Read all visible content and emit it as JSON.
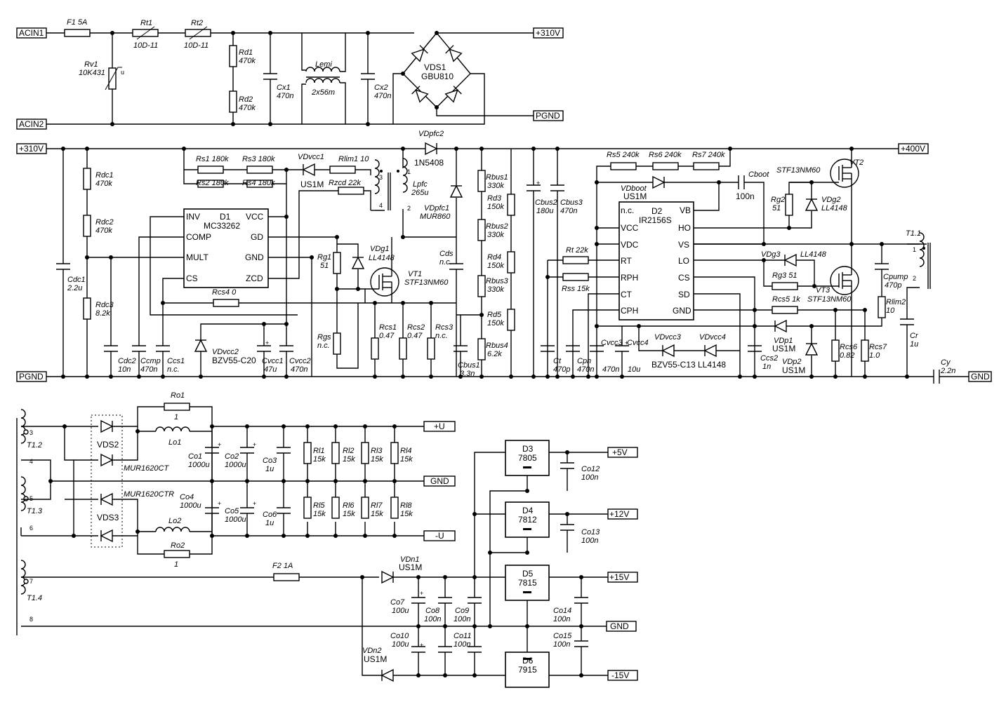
{
  "nets": {
    "acin1": "ACIN1",
    "acin2": "ACIN2",
    "v310_out": "+310V",
    "pgnd_top": "PGND",
    "v310_in": "+310V",
    "v400": "+400V",
    "pgnd_left": "PGND",
    "gnd_cy": "GND",
    "plus_u": "+U",
    "gnd_out": "GND",
    "minus_u": "-U",
    "p5v": "+5V",
    "p12v": "+12V",
    "p15v": "+15V",
    "gnd_low": "GND",
    "m15v": "-15V"
  },
  "labels": {
    "f1": "F1  5A",
    "rt1": "Rt1",
    "rt1_val": "10D-11",
    "rt2": "Rt2",
    "rt2_val": "10D-11",
    "rv1": "Rv1",
    "rv1_val": "10K431",
    "rv1_u": "u",
    "rd1": "Rd1",
    "rd1_val": "470k",
    "rd2": "Rd2",
    "rd2_val": "470k",
    "cx1": "Cx1",
    "cx1_val": "470n",
    "lemi": "Lemi",
    "lemi_val": "2x56m",
    "cx2": "Cx2",
    "cx2_val": "470n",
    "vds1": "VDS1",
    "vds1_val": "GBU810",
    "rdc1": "Rdc1",
    "rdc1_val": "470k",
    "rdc2": "Rdc2",
    "rdc2_val": "470k",
    "rdc3": "Rdc3",
    "rdc3_val": "8.2k",
    "cdc1": "Cdc1",
    "cdc1_val": "2.2u",
    "cdc2": "Cdc2",
    "cdc2_val": "10n",
    "ccmp": "Ccmp",
    "ccmp_val": "470n",
    "ccs1": "Ccs1",
    "ccs1_val": "n.c.",
    "rs1": "Rs1  180k",
    "rs3": "Rs3  180k",
    "rs2": "Rs2  180k",
    "rs4": "Rs4  180k",
    "vdvcc1": "VDvcc1",
    "vdvcc1_val": "US1M",
    "rlim1": "Rlim1  10",
    "rzcd": "Rzcd  22k",
    "lpfc": "Lpfc",
    "lpfc_val": "265u",
    "lpfc_p3": "3",
    "lpfc_p4": "4",
    "lpfc_p1": "1",
    "lpfc_p2": "2",
    "vdpfc2": "VDpfc2",
    "vdpfc2_val": "1N5408",
    "vdpfc1": "VDpfc1",
    "vdpfc1_val": "MUR860",
    "d1": "D1",
    "d1_val": "MC33262",
    "d1_inv": "INV",
    "d1_comp": "COMP",
    "d1_mult": "MULT",
    "d1_cs": "CS",
    "d1_vcc": "VCC",
    "d1_gd": "GD",
    "d1_gnd": "GND",
    "d1_zcd": "ZCD",
    "rcs4": "Rcs4  0",
    "rg1": "Rg1",
    "rg1_val": "51",
    "vdg1": "VDg1",
    "vdg1_val": "LL4148",
    "vt1": "VT1",
    "vt1_val": "STF13NM60",
    "cds": "Cds",
    "cds_val": "n.c.",
    "rgs": "Rgs",
    "rgs_val": "n.c.",
    "rcs1": "Rcs1",
    "rcs1_val": "0.47",
    "rcs2": "Rcs2",
    "rcs2_val": "0.47",
    "rcs3": "Rcs3",
    "rcs3_val": "n.c.",
    "cbus1": "Cbus1",
    "cbus1_val": "3.3n",
    "vdvcc2": "VDvcc2",
    "vdvcc2_val": "BZV55-C20",
    "cvcc1": "Cvcc1",
    "cvcc1_val": "47u",
    "cvcc2": "Cvcc2",
    "cvcc2_val": "470n",
    "rbus1": "Rbus1",
    "rbus1_val": "330k",
    "rd3": "Rd3",
    "rd3_val": "150k",
    "rbus2": "Rbus2",
    "rbus2_val": "330k",
    "rd4": "Rd4",
    "rd4_val": "150k",
    "rbus3": "Rbus3",
    "rbus3_val": "330k",
    "rd5": "Rd5",
    "rd5_val": "150k",
    "rbus4": "Rbus4",
    "rbus4_val": "6.2k",
    "cbus2": "Cbus2",
    "cbus2_val": "180u",
    "cbus3": "Cbus3",
    "cbus3_val": "470n",
    "rs5": "Rs5  240k",
    "rs6": "Rs6  240k",
    "rs7": "Rs7  240k",
    "vdboot": "VDboot",
    "vdboot_val": "US1M",
    "cboot": "Cboot",
    "cboot_val": "100n",
    "d2": "D2",
    "d2_val": "IR2156S",
    "d2_nc": "n.c.",
    "d2_vcc": "VCC",
    "d2_vdc": "VDC",
    "d2_rt": "RT",
    "d2_rph": "RPH",
    "d2_ct": "CT",
    "d2_cph": "CPH",
    "d2_vb": "VB",
    "d2_ho": "HO",
    "d2_vs": "VS",
    "d2_lo": "LO",
    "d2_cs": "CS",
    "d2_sd": "SD",
    "d2_gnd": "GND",
    "rt": "Rt  22k",
    "rss": "Rss  15k",
    "ct": "Ct",
    "ct_val": "470p",
    "cph": "Cph",
    "cph_val": "470n",
    "cvcc3": "Cvcc3",
    "cvcc3_val": "470n",
    "cvcc4": "Cvcc4",
    "cvcc4_val": "10u",
    "vdvcc3": "VDvcc3",
    "vdvcc3_val": "BZV55-C13",
    "vdvcc4": "VDvcc4",
    "vdvcc4_val": "LL4148",
    "vt2": "VT2",
    "vt2_val": "STF13NM60",
    "rg2": "Rg2",
    "rg2_val": "51",
    "vdg2": "VDg2",
    "vdg2_val": "LL4148",
    "vdg3": "VDg3",
    "vdg3_val": "LL4148",
    "rg3": "Rg3  51",
    "vt3": "VT3",
    "vt3_val": "STF13NM60",
    "rcs5": "Rcs5  1k",
    "vdp1": "VDp1",
    "vdp1_val": "US1M",
    "vdp2": "VDp2",
    "vdp2_val": "US1M",
    "ccs2": "Ccs2",
    "ccs2_val": "1n",
    "rcs6": "Rcs6",
    "rcs6_val": "0.82",
    "rcs7": "Rcs7",
    "rcs7_val": "1.0",
    "cpump": "Cpump",
    "cpump_val": "470p",
    "rlim2": "Rlim2",
    "rlim2_val": "10",
    "t11": "T1.1",
    "t11_p1": "1",
    "t11_p2": "2",
    "cr": "Cr",
    "cr_val": "1u",
    "cy": "Cy",
    "cy_val": "2.2n",
    "ro1": "Ro1",
    "ro1_val": "1",
    "lo1": "Lo1",
    "vds2": "VDS2",
    "vds2_val": "MUR1620CT",
    "vds3": "VDS3",
    "vds3_val": "MUR1620CTR",
    "t12": "T1.2",
    "t12_p3": "3",
    "t12_p4": "4",
    "t13": "T1.3",
    "t13_p5": "5",
    "t13_p6": "6",
    "t14": "T1.4",
    "t14_p7": "7",
    "t14_p8": "8",
    "co1": "Co1",
    "co1_val": "1000u",
    "co2": "Co2",
    "co2_val": "1000u",
    "co3": "Co3",
    "co3_val": "1u",
    "co4": "Co4",
    "co4_val": "1000u",
    "co5": "Co5",
    "co5_val": "1000u",
    "co6": "Co6",
    "co6_val": "1u",
    "lo2": "Lo2",
    "ro2": "Ro2",
    "ro2_val": "1",
    "rl1": "Rl1",
    "rl1_val": "15k",
    "rl2": "Rl2",
    "rl2_val": "15k",
    "rl3": "Rl3",
    "rl3_val": "15k",
    "rl4": "Rl4",
    "rl4_val": "15k",
    "rl5": "Rl5",
    "rl5_val": "15k",
    "rl6": "Rl6",
    "rl6_val": "15k",
    "rl7": "Rl7",
    "rl7_val": "15k",
    "rl8": "Rl8",
    "rl8_val": "15k",
    "d3": "D3",
    "d3_val": "7805",
    "d4": "D4",
    "d4_val": "7812",
    "d5": "D5",
    "d5_val": "7815",
    "d6": "D6",
    "d6_val": "7915",
    "co12": "Co12",
    "co12_val": "100n",
    "co13": "Co13",
    "co13_val": "100n",
    "co14": "Co14",
    "co14_val": "100n",
    "co15": "Co15",
    "co15_val": "100n",
    "f2": "F2  1A",
    "vdn1": "VDn1",
    "vdn1_val": "US1M",
    "vdn2": "VDn2",
    "vdn2_val": "US1M",
    "co7": "Co7",
    "co7_val": "100u",
    "co8": "Co8",
    "co8_val": "100n",
    "co9": "Co9",
    "co9_val": "100n",
    "co10": "Co10",
    "co10_val": "100u",
    "co11": "Co11",
    "co11_val": "100n"
  }
}
